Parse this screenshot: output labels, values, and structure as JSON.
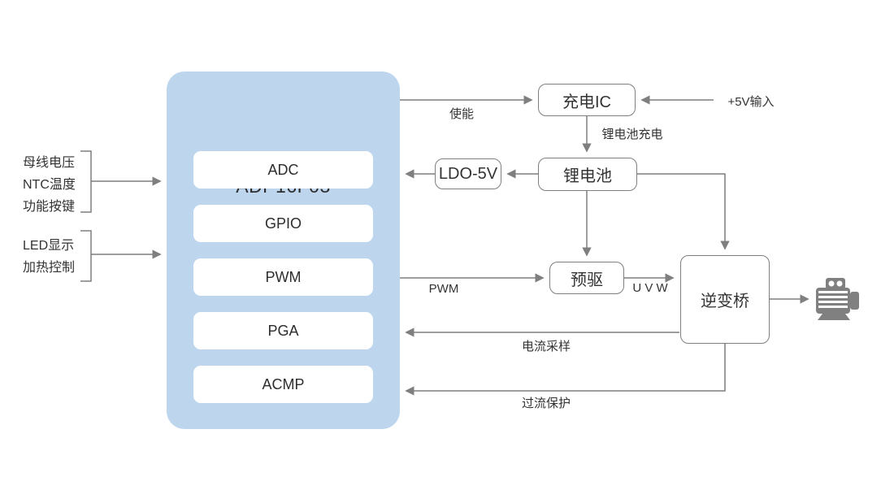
{
  "colors": {
    "mcu_fill": "#BDD6EE",
    "node_fill": "#FFFFFF",
    "node_border": "#7F7F7F",
    "connector": "#7F7F7F",
    "text": "#333333",
    "motor_icon": "#808080"
  },
  "mcu": {
    "title": "ADP16F03",
    "modules": [
      "ADC",
      "GPIO",
      "PWM",
      "PGA",
      "ACMP"
    ]
  },
  "left_inputs": {
    "group1": [
      "母线电压",
      "NTC温度",
      "功能按键"
    ],
    "group2": [
      "LED显示",
      "加热控制"
    ]
  },
  "nodes": {
    "charger": "充电IC",
    "ldo": "LDO-5V",
    "battery": "锂电池",
    "predriver": "预驱",
    "inverter": "逆变桥"
  },
  "edge_labels": {
    "enable": "使能",
    "power_input": "+5V输入",
    "battery_charging": "锂电池充电",
    "pwm": "PWM",
    "uvw": "U V W",
    "current_sampling": "电流采样",
    "overcurrent_protection": "过流保护"
  },
  "icons": {
    "motor": "electric-motor"
  }
}
